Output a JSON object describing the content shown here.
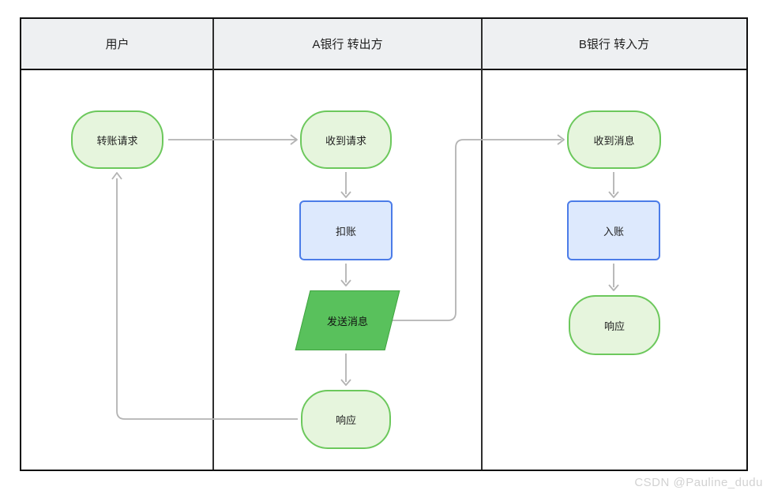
{
  "diagram": {
    "lanes": [
      {
        "id": "user",
        "title": "用户"
      },
      {
        "id": "bank-a",
        "title": "A银行 转出方"
      },
      {
        "id": "bank-b",
        "title": "B银行 转入方"
      }
    ],
    "nodes": [
      {
        "id": "transfer-request",
        "label": "转账请求",
        "shape": "stadium",
        "lane": "user"
      },
      {
        "id": "receive-request",
        "label": "收到请求",
        "shape": "stadium",
        "lane": "bank-a"
      },
      {
        "id": "debit",
        "label": "扣账",
        "shape": "rect",
        "lane": "bank-a"
      },
      {
        "id": "send-message",
        "label": "发送消息",
        "shape": "parallelogram",
        "lane": "bank-a"
      },
      {
        "id": "response-a",
        "label": "响应",
        "shape": "stadium",
        "lane": "bank-a"
      },
      {
        "id": "receive-message",
        "label": "收到消息",
        "shape": "stadium",
        "lane": "bank-b"
      },
      {
        "id": "credit",
        "label": "入账",
        "shape": "rect",
        "lane": "bank-b"
      },
      {
        "id": "response-b",
        "label": "响应",
        "shape": "stadium",
        "lane": "bank-b"
      }
    ],
    "edges": [
      {
        "from": "transfer-request",
        "to": "receive-request"
      },
      {
        "from": "receive-request",
        "to": "debit"
      },
      {
        "from": "debit",
        "to": "send-message"
      },
      {
        "from": "send-message",
        "to": "response-a"
      },
      {
        "from": "send-message",
        "to": "receive-message"
      },
      {
        "from": "response-a",
        "to": "transfer-request"
      },
      {
        "from": "receive-message",
        "to": "credit"
      },
      {
        "from": "credit",
        "to": "response-b"
      }
    ],
    "colors": {
      "stadium_fill": "#e6f5dd",
      "stadium_border": "#6cc85c",
      "rect_fill": "#dde9fd",
      "rect_border": "#4b7ce8",
      "parallelogram_fill": "#59c15c",
      "parallelogram_border": "#41a441",
      "lane_header_fill": "#eef0f2",
      "lane_border": "#111111",
      "arrow": "#b3b3b3",
      "watermark": "#d2d2d2"
    },
    "watermark": "CSDN @Pauline_dudu"
  }
}
